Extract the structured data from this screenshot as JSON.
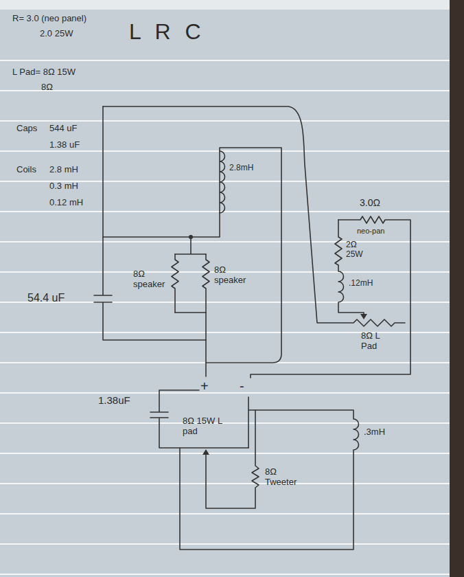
{
  "diagram": {
    "title": "L R C",
    "labels": [
      "R= 3.0 (neo panel)",
      "2.0 25W",
      "L Pad= 8Ω 15W",
      "8Ω",
      "Caps",
      "544 uF",
      "1.38 uF",
      "Coils",
      "2.8 mH",
      "0.3 mH",
      "0.12 mH",
      "2.8mH",
      "8Ω speaker",
      "8Ω speaker",
      "54.4 uF",
      "3.0Ω",
      "neo-pan",
      "2Ω 25W",
      ".12mH",
      "8Ω L Pad",
      "+",
      "-",
      "1.38uF",
      "8Ω 15W L pad",
      ".3mH",
      "8Ω Tweeter"
    ]
  }
}
